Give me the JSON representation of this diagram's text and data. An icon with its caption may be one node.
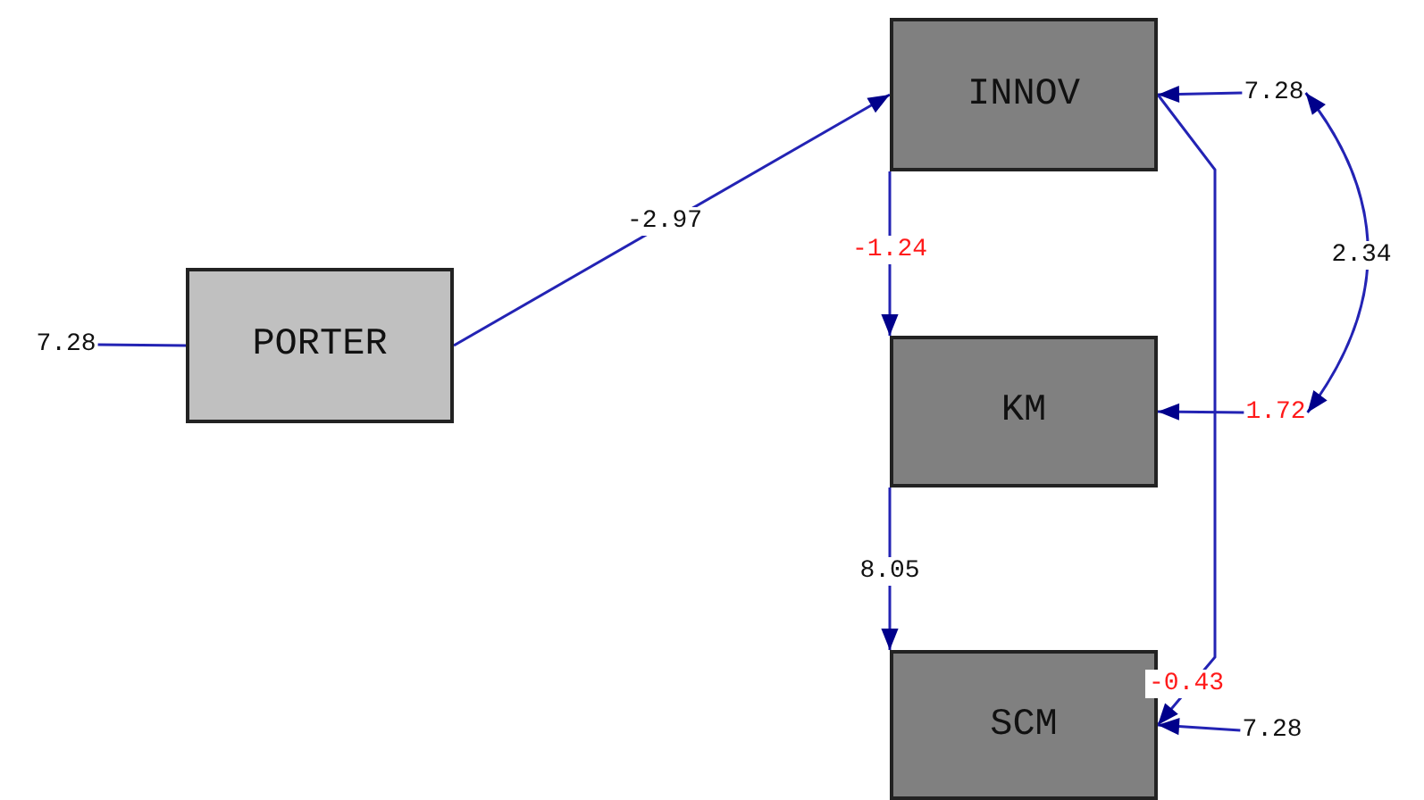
{
  "diagram": {
    "nodes": [
      {
        "text": [
          "PORTER"
        ]
      },
      {
        "text": [
          "INNOV"
        ]
      },
      {
        "text": [
          "KM"
        ]
      },
      {
        "text": [
          "SCM"
        ]
      },
      {
        "text": [
          "7.28"
        ]
      },
      {
        "text": [
          "1.72"
        ]
      },
      {
        "text": [
          "7.28"
        ]
      },
      {
        "text": [
          "7.28"
        ]
      }
    ],
    "edges": [
      {
        "from": 0,
        "to": 1,
        "arrow": "to",
        "label": "-2.97"
      },
      {
        "from": 1,
        "to": 2,
        "arrow": "to",
        "label": "-1.24"
      },
      {
        "from": 2,
        "to": 3,
        "arrow": "to",
        "label": "8.05"
      },
      {
        "from": 1,
        "to": 3,
        "arrow": "to",
        "label": "-0.43"
      },
      {
        "from": 4,
        "to": 1,
        "arrow": "to"
      },
      {
        "from": 5,
        "to": 2,
        "arrow": "to"
      },
      {
        "from": 6,
        "to": 3,
        "arrow": "to"
      },
      {
        "from": 7,
        "to": 0,
        "arrow": "none"
      },
      {
        "from": 4,
        "to": 5,
        "arrow": "both",
        "label": "2.34"
      }
    ]
  }
}
